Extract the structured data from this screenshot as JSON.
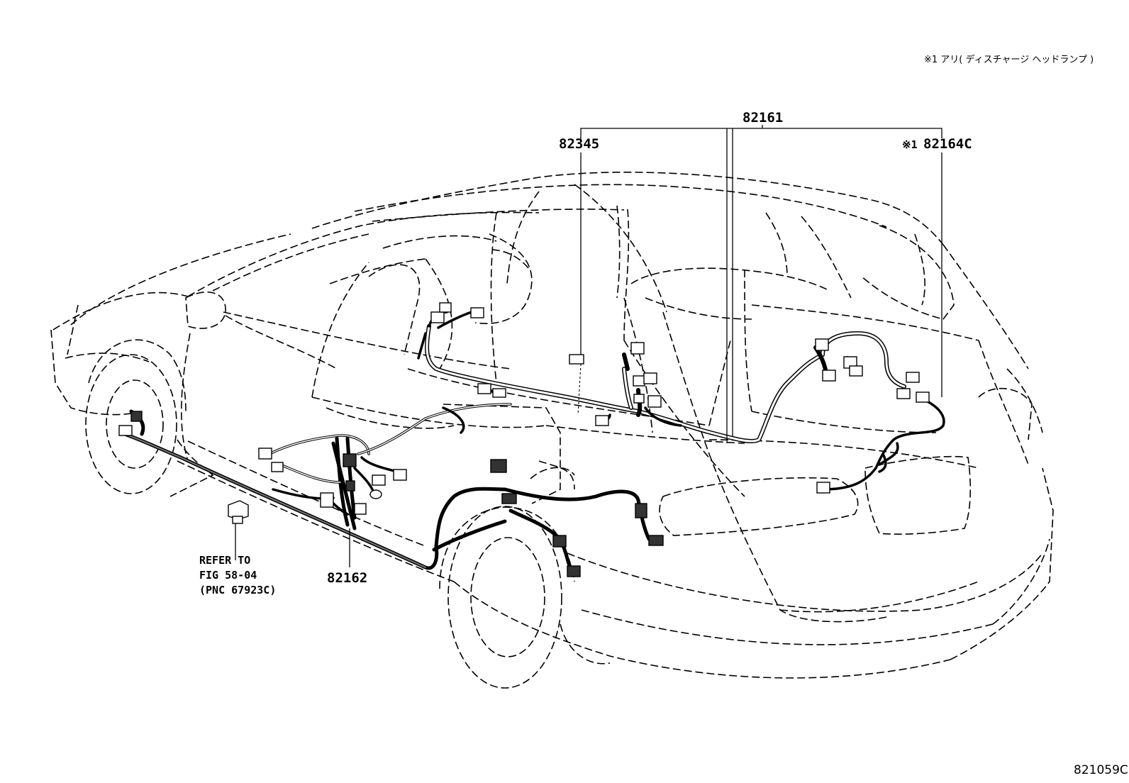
{
  "note": {
    "text": "※1 アリ( ディスチャージ ヘッドランプ )"
  },
  "labels": {
    "main_harness": "82161",
    "part_82345": "82345",
    "part_82164c_mark": "※1",
    "part_82164c": "82164C",
    "part_82162": "82162"
  },
  "refer": {
    "line1": "REFER TO",
    "line2": "FIG 58-04",
    "line3": "(PNC 67923C)"
  },
  "figure_code": "821059C"
}
